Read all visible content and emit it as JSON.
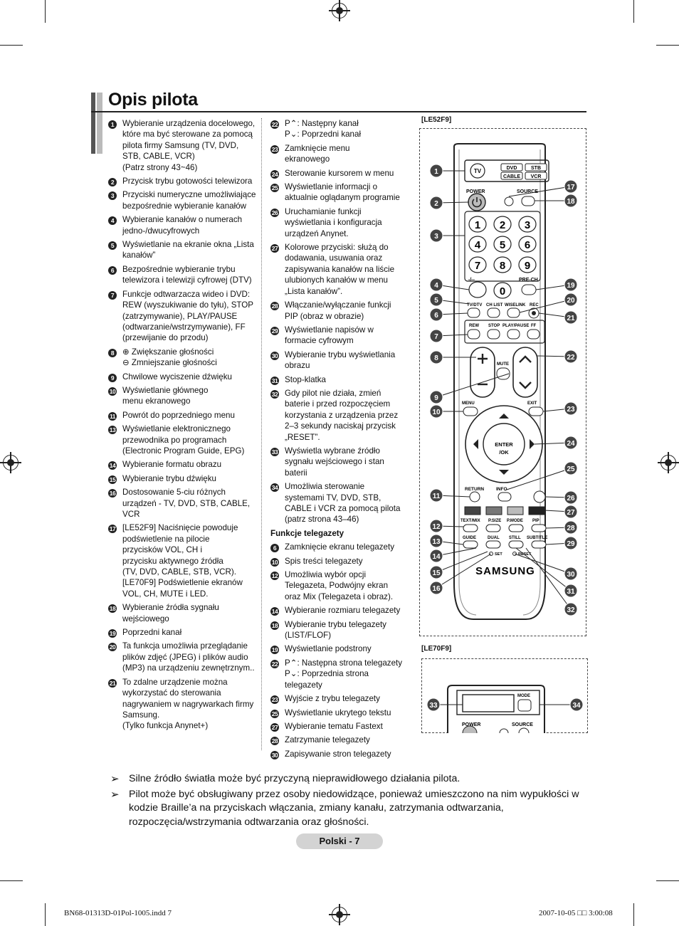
{
  "page": {
    "title": "Opis pilota",
    "footer_label": "Polski - 7",
    "slug_left": "BN68-01313D-01Pol-1005.indd   7",
    "slug_right": "2007-10-05   □□ 3:00:08"
  },
  "left_column": [
    {
      "n": "1",
      "lines": [
        "Wybieranie urządzenia docelowego, które ma być sterowane za pomocą pilota firmy Samsung (TV, DVD, STB, CABLE, VCR)",
        "(Patrz strony 43~46)"
      ]
    },
    {
      "n": "2",
      "lines": [
        "Przycisk trybu gotowości telewizora"
      ]
    },
    {
      "n": "3",
      "lines": [
        "Przyciski numeryczne umożliwiające bezpośrednie wybieranie kanałów"
      ]
    },
    {
      "n": "4",
      "lines": [
        "Wybieranie kanałów o numerach jedno-/dwucyfrowych"
      ]
    },
    {
      "n": "5",
      "lines": [
        "Wyświetlanie na ekranie okna „Lista kanałów”"
      ]
    },
    {
      "n": "6",
      "lines": [
        "Bezpośrednie wybieranie trybu telewizora i telewizji cyfrowej (DTV)"
      ]
    },
    {
      "n": "7",
      "lines": [
        "Funkcje odtwarzacza wideo i DVD: REW (wyszukiwanie do tyłu), STOP (zatrzymywanie), PLAY/PAUSE (odtwarzanie/wstrzymywanie), FF (przewijanie do przodu)"
      ]
    },
    {
      "n": "8",
      "lines": [
        "⊕ Zwiększanie głośności",
        "⊖ Zmniejszanie głośności"
      ]
    },
    {
      "n": "9",
      "lines": [
        "Chwilowe wyciszenie dźwięku"
      ]
    },
    {
      "n": "10",
      "lines": [
        "Wyświetlanie głównego",
        "menu ekranowego"
      ]
    },
    {
      "n": "11",
      "lines": [
        "Powrót do poprzedniego menu"
      ]
    },
    {
      "n": "13",
      "lines": [
        "Wyświetlanie elektronicznego przewodnika po programach (Electronic Program Guide, EPG)"
      ]
    },
    {
      "n": "14",
      "lines": [
        "Wybieranie formatu obrazu"
      ]
    },
    {
      "n": "15",
      "lines": [
        "Wybieranie trybu dźwięku"
      ]
    },
    {
      "n": "16",
      "lines": [
        "Dostosowanie 5-ciu różnych urządzeń - TV, DVD, STB, CABLE, VCR"
      ]
    },
    {
      "n": "17",
      "lines": [
        "[LE52F9] Naciśnięcie powoduje",
        "podświetlenie na pilocie",
        "przycisków VOL, CH i",
        "przycisku aktywnego źródła",
        "(TV, DVD, CABLE, STB, VCR).",
        "[LE70F9] Podświetlenie ekranów VOL, CH, MUTE i LED."
      ]
    },
    {
      "n": "18",
      "lines": [
        "Wybieranie źródła sygnału wejściowego"
      ]
    },
    {
      "n": "19",
      "lines": [
        "Poprzedni kanał"
      ]
    },
    {
      "n": "20",
      "lines": [
        "Ta funkcja umożliwia przeglądanie plików zdjęć (JPEG) i plików audio (MP3) na urządzeniu zewnętrznym.."
      ]
    },
    {
      "n": "21",
      "lines": [
        "To zdalne urządzenie można wykorzystać do sterowania nagrywaniem w nagrywarkach firmy Samsung.",
        "(Tylko funkcja Anynet+)"
      ]
    }
  ],
  "right_column": [
    {
      "n": "22",
      "lines": [
        "P⌃: Następny kanał",
        "P⌄: Poprzedni kanał"
      ]
    },
    {
      "n": "23",
      "lines": [
        "Zamknięcie menu",
        "ekranowego"
      ]
    },
    {
      "n": "24",
      "lines": [
        "Sterowanie kursorem w menu"
      ]
    },
    {
      "n": "25",
      "lines": [
        "Wyświetlanie informacji o aktualnie oglądanym programie"
      ]
    },
    {
      "n": "26",
      "lines": [
        "Uruchamianie funkcji wyświetlania i konfiguracja urządzeń Anynet."
      ]
    },
    {
      "n": "27",
      "lines": [
        "Kolorowe przyciski: służą do dodawania, usuwania oraz zapisywania kanałów na liście ulubionych kanałów w menu „Lista kanałów”."
      ]
    },
    {
      "n": "28",
      "lines": [
        "Włączanie/wyłączanie funkcji PIP (obraz w obrazie)"
      ]
    },
    {
      "n": "29",
      "lines": [
        "Wyświetlanie napisów w formacie cyfrowym"
      ]
    },
    {
      "n": "30",
      "lines": [
        "Wybieranie trybu wyświetlania obrazu"
      ]
    },
    {
      "n": "31",
      "lines": [
        "Stop-klatka"
      ]
    },
    {
      "n": "32",
      "lines": [
        "Gdy pilot nie działa, zmień baterie i przed rozpoczęciem korzystania z urządzenia przez 2–3 sekundy naciskaj przycisk „RESET”."
      ]
    },
    {
      "n": "33",
      "lines": [
        "Wyświetla wybrane źródło sygnału wejściowego i stan baterii"
      ]
    },
    {
      "n": "34",
      "lines": [
        "Umożliwia sterowanie systemami TV, DVD, STB, CABLE i VCR za pomocą pilota (patrz strona 43–46)"
      ]
    }
  ],
  "teletext": {
    "heading": "Funkcje telegazety",
    "items": [
      {
        "n": "6",
        "lines": [
          "Zamknięcie ekranu telegazety"
        ]
      },
      {
        "n": "10",
        "lines": [
          "Spis treści telegazety"
        ]
      },
      {
        "n": "12",
        "lines": [
          "Umożliwia wybór opcji Telegazeta, Podwójny ekran oraz Mix (Telegazeta i obraz)."
        ]
      },
      {
        "n": "14",
        "lines": [
          "Wybieranie rozmiaru telegazety"
        ]
      },
      {
        "n": "18",
        "lines": [
          "Wybieranie trybu telegazety (LIST/FLOF)"
        ]
      },
      {
        "n": "19",
        "lines": [
          "Wyświetlanie podstrony"
        ]
      },
      {
        "n": "22",
        "lines": [
          "P⌃: Następna strona telegazety",
          "P⌄: Poprzednia strona telegazety"
        ]
      },
      {
        "n": "23",
        "lines": [
          "Wyjście z trybu telegazety"
        ]
      },
      {
        "n": "25",
        "lines": [
          "Wyświetlanie ukrytego tekstu"
        ]
      },
      {
        "n": "27",
        "lines": [
          "Wybieranie tematu Fastext"
        ]
      },
      {
        "n": "28",
        "lines": [
          "Zatrzymanie telegazety"
        ]
      },
      {
        "n": "30",
        "lines": [
          "Zapisywanie stron telegazety"
        ]
      }
    ]
  },
  "figures": {
    "le52_label": "[LE52F9]",
    "le70_label": "[LE70F9]",
    "brand": "SAMSUNG",
    "device_buttons": [
      "TV",
      "DVD",
      "STB",
      "CABLE",
      "VCR"
    ],
    "labels": {
      "power": "POWER",
      "source": "SOURCE",
      "pre_ch": "PRE-CH",
      "tv_dtv": "TV/DTV",
      "ch_list": "CH LIST",
      "wiselink": "WISELINK",
      "rec": "REC",
      "rew": "REW",
      "stop": "STOP",
      "play_pause": "PLAY/PAUSE",
      "ff": "FF",
      "mute": "MUTE",
      "menu": "MENU",
      "exit": "EXIT",
      "enter": "ENTER",
      "ok": "/OK",
      "return": "RETURN",
      "info": "INFO",
      "text_mix": "TEXT/MIX",
      "psize": "P.SIZE",
      "pmode": "P.MODE",
      "pip": "PIP",
      "guide": "GUIDE",
      "dual": "DUAL",
      "still": "STILL",
      "subtitle": "SUBTITLE",
      "set": "SET",
      "reset": "RESET",
      "mode": "MODE",
      "dash": "-/--"
    },
    "digits": [
      "1",
      "2",
      "3",
      "4",
      "5",
      "6",
      "7",
      "8",
      "9",
      "0"
    ],
    "callouts_left": [
      "1",
      "2",
      "3",
      "4",
      "5",
      "6",
      "7",
      "8",
      "9",
      "10",
      "11",
      "12",
      "13",
      "14",
      "15",
      "16"
    ],
    "callouts_right": [
      "17",
      "18",
      "19",
      "20",
      "21",
      "22",
      "23",
      "24",
      "25",
      "26",
      "27",
      "28",
      "29",
      "30",
      "31",
      "32"
    ],
    "callouts_le70": [
      "33",
      "34"
    ]
  },
  "notes": [
    "Silne źródło światła może być przyczyną nieprawidłowego działania pilota.",
    "Pilot może być obsługiwany przez osoby niedowidzące, ponieważ umieszczono na nim wypukłości w kodzie Braille’a na przyciskach włączania, zmiany kanału, zatrzymania odtwarzania, rozpoczęcia/wstrzymania odtwarzania oraz głośności."
  ]
}
